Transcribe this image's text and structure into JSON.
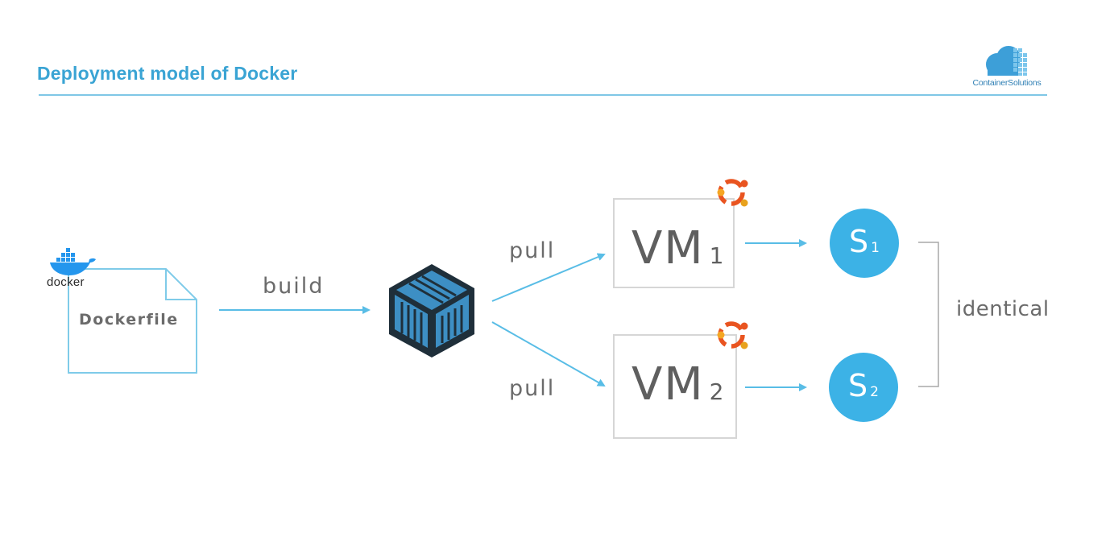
{
  "slide": {
    "title": "Deployment model of Docker"
  },
  "logo": {
    "text": "ContainerSolutions"
  },
  "dockerfile": {
    "brand_word": "docker",
    "label": "Dockerfile"
  },
  "edges": {
    "build_label": "build",
    "pull_top_label": "pull",
    "pull_bottom_label": "pull"
  },
  "vms": [
    {
      "name": "VM",
      "index": "1"
    },
    {
      "name": "VM",
      "index": "2"
    }
  ],
  "servers": [
    {
      "name": "S",
      "index": "1"
    },
    {
      "name": "S",
      "index": "2"
    }
  ],
  "relation_label": "identical",
  "colors": {
    "accent": "#3aa4d4",
    "arrow": "#59bde6",
    "server_fill": "#3cb2e6",
    "container_dark": "#1f2f3a",
    "container_blue": "#3d8fc4",
    "ubuntu_orange": "#e95420",
    "ubuntu_yellow": "#f5a623"
  }
}
